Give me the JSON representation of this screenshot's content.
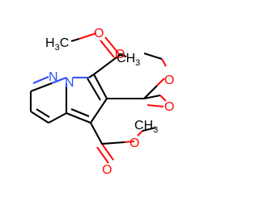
{
  "molecule": {
    "atoms": {
      "ring_n": "N",
      "ester_a": {
        "oxygen_carbonyl": "O",
        "oxygen_ether": "O",
        "methyl_main": "H",
        "methyl_sub": "3",
        "methyl_suffix": "C"
      },
      "ester_b": {
        "oxygen_carbonyl": "O",
        "oxygen_ether": "O",
        "methyl_main": "H",
        "methyl_sub": "3",
        "methyl_prefix": "C"
      },
      "ester_c": {
        "oxygen_carbonyl": "O",
        "oxygen_ether": "O",
        "methyl_main": "H",
        "methyl_sub": "3",
        "methyl_prefix": "C"
      }
    },
    "colors": {
      "bond": "#000000",
      "oxygen": "#ff0d0d",
      "nitrogen": "#3050f8"
    }
  }
}
